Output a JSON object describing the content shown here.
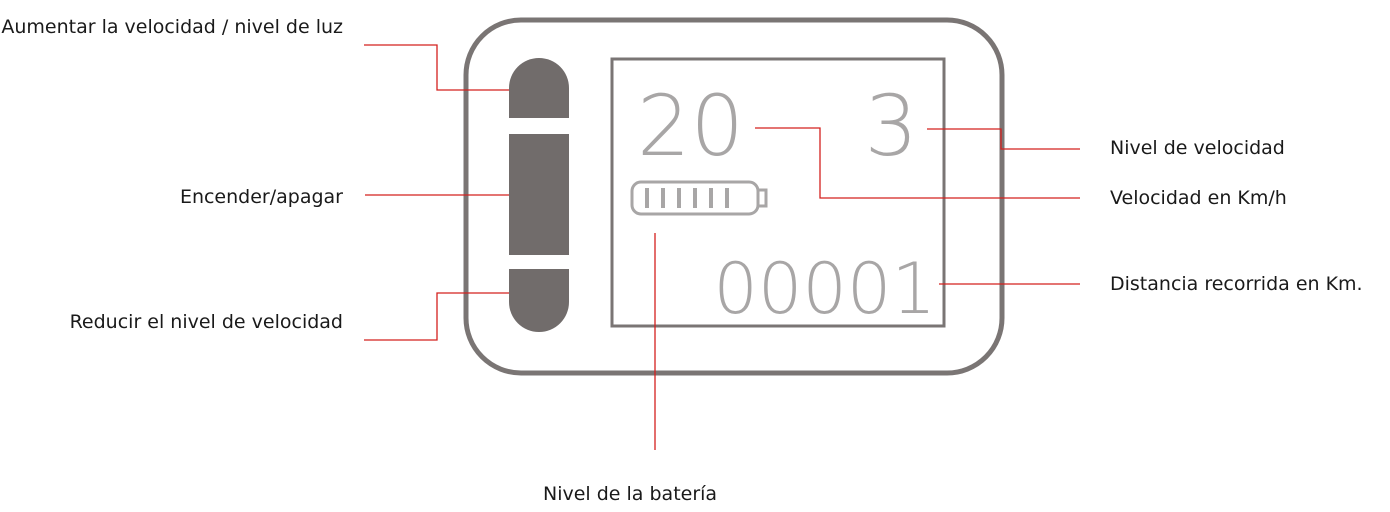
{
  "display": {
    "speed": "20",
    "speed_level": "3",
    "distance": "00001"
  },
  "labels": {
    "increase": "Aumentar la velocidad / nivel de luz",
    "power": "Encender/apagar",
    "decrease": "Reducir el nivel de velocidad",
    "speed_level": "Nivel de velocidad",
    "speed": "Velocidad en Km/h",
    "distance": "Distancia recorrida en Km.",
    "battery": "Nivel de la batería"
  },
  "colors": {
    "frame": "#7a7574",
    "button": "#716c6b",
    "display_text": "#a8a6a6",
    "leader_line": "#d4201e"
  },
  "icons": {
    "battery": "battery-icon"
  }
}
